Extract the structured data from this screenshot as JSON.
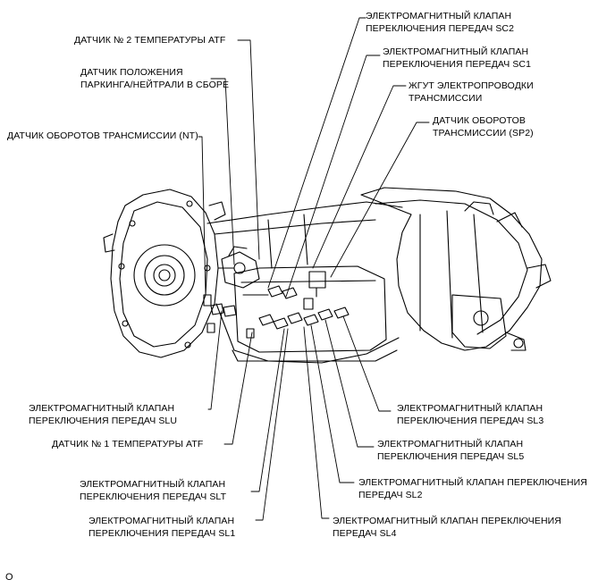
{
  "labels": {
    "sc2": "ЭЛЕКТРОМАГНИТНЫЙ КЛАПАН\nПЕРЕКЛЮЧЕНИЯ ПЕРЕДАЧ SC2",
    "sc1": "ЭЛЕКТРОМАГНИТНЫЙ КЛАПАН\nПЕРЕКЛЮЧЕНИЯ ПЕРЕДАЧ SC1",
    "harness": "ЖГУТ ЭЛЕКТРОПРОВОДКИ\nТРАНСМИССИИ",
    "sp2": "ДАТЧИК ОБОРОТОВ\nТРАНСМИССИИ (SP2)",
    "atf2": "ДАТЧИК № 2 ТЕМПЕРАТУРЫ ATF",
    "park_neutral": "ДАТЧИК ПОЛОЖЕНИЯ\nПАРКИНГА/НЕЙТРАЛИ В СБОРЕ",
    "nt": "ДАТЧИК ОБОРОТОВ ТРАНСМИССИИ (NT)",
    "slu": "ЭЛЕКТРОМАГНИТНЫЙ КЛАПАН\nПЕРЕКЛЮЧЕНИЯ ПЕРЕДАЧ SLU",
    "atf1": "ДАТЧИК № 1 ТЕМПЕРАТУРЫ ATF",
    "slt": "ЭЛЕКТРОМАГНИТНЫЙ КЛАПАН\nПЕРЕКЛЮЧЕНИЯ ПЕРЕДАЧ SLT",
    "sl1": "ЭЛЕКТРОМАГНИТНЫЙ КЛАПАН\nПЕРЕКЛЮЧЕНИЯ ПЕРЕДАЧ SL1",
    "sl3": "ЭЛЕКТРОМАГНИТНЫЙ КЛАПАН\nПЕРЕКЛЮЧЕНИЯ ПЕРЕДАЧ SL3",
    "sl5": "ЭЛЕКТРОМАГНИТНЫЙ КЛАПАН\nПЕРЕКЛЮЧЕНИЯ ПЕРЕДАЧ SL5",
    "sl2": "ЭЛЕКТРОМАГНИТНЫЙ КЛАПАН ПЕРЕКЛЮЧЕНИЯ\nПЕРЕДАЧ SL2",
    "sl4": "ЭЛЕКТРОМАГНИТНЫЙ КЛАПАН ПЕРЕКЛЮЧЕНИЯ\nПЕРЕДАЧ SL4"
  },
  "figure_code": "O"
}
